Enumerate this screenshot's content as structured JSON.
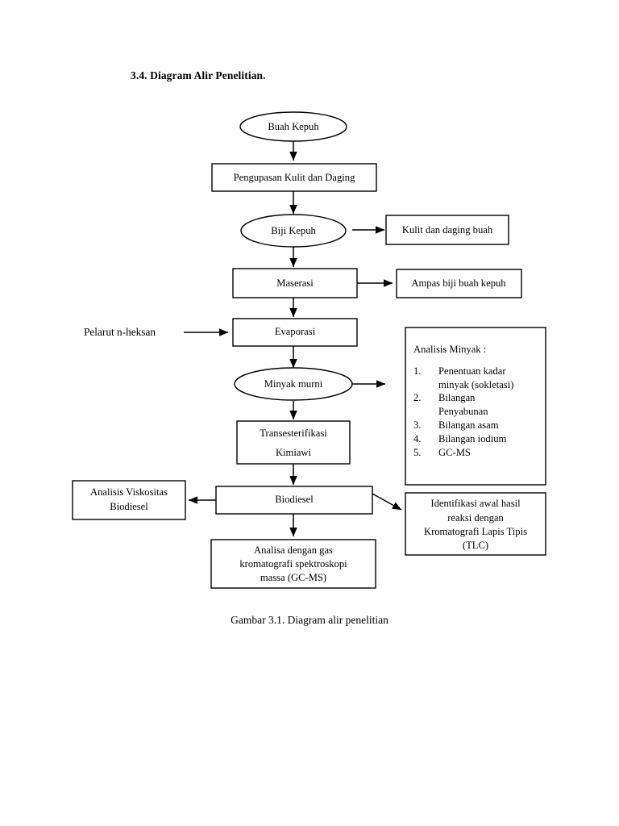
{
  "page": {
    "section_title": "3.4. Diagram Alir Penelitian.",
    "caption": "Gambar 3.1. Diagram alir penelitian",
    "background_color": "#ffffff",
    "ink_color": "#000000"
  },
  "chart_data": {
    "type": "diagram",
    "diagram_kind": "flowchart",
    "title": "3.4. Diagram Alir Penelitian.",
    "caption": "Gambar 3.1. Diagram alir penelitian",
    "nodes": [
      {
        "id": "buah_kepuh",
        "label": "Buah Kepuh",
        "shape": "ellipse"
      },
      {
        "id": "pengupasan",
        "label": "Pengupasan Kulit dan Daging",
        "shape": "rect"
      },
      {
        "id": "biji_kepuh",
        "label": "Biji Kepuh",
        "shape": "ellipse"
      },
      {
        "id": "kulit_daging",
        "label": "Kulit dan daging buah",
        "shape": "rect"
      },
      {
        "id": "maserasi",
        "label": "Maserasi",
        "shape": "rect"
      },
      {
        "id": "ampas",
        "label": "Ampas biji buah kepuh",
        "shape": "rect"
      },
      {
        "id": "pelarut",
        "label": "Pelarut n-heksan",
        "shape": "text"
      },
      {
        "id": "evaporasi",
        "label": "Evaporasi",
        "shape": "rect"
      },
      {
        "id": "minyak_murni",
        "label": "Minyak murni",
        "shape": "ellipse"
      },
      {
        "id": "analisis_minyak",
        "label": "Analisis Minyak :",
        "shape": "rect-list"
      },
      {
        "id": "transesterifikasi",
        "label": "Transesterifikasi Kimiawi",
        "shape": "rect"
      },
      {
        "id": "biodiesel",
        "label": "Biodiesel",
        "shape": "rect"
      },
      {
        "id": "viskositas",
        "label": "Analisis Viskositas Biodiesel",
        "shape": "rect"
      },
      {
        "id": "tlc",
        "label": "Identifikasi awal hasil reaksi dengan Kromatografi Lapis Tipis (TLC)",
        "shape": "rect"
      },
      {
        "id": "gcms",
        "label": "Analisa dengan gas kromatografi spektroskopi massa (GC-MS)",
        "shape": "rect"
      }
    ],
    "edges": [
      {
        "from": "buah_kepuh",
        "to": "pengupasan",
        "direction": "down"
      },
      {
        "from": "pengupasan",
        "to": "biji_kepuh",
        "direction": "down"
      },
      {
        "from": "biji_kepuh",
        "to": "kulit_daging",
        "direction": "right"
      },
      {
        "from": "biji_kepuh",
        "to": "maserasi",
        "direction": "down"
      },
      {
        "from": "maserasi",
        "to": "ampas",
        "direction": "right"
      },
      {
        "from": "maserasi",
        "to": "evaporasi",
        "direction": "down"
      },
      {
        "from": "pelarut",
        "to": "evaporasi",
        "direction": "right"
      },
      {
        "from": "evaporasi",
        "to": "minyak_murni",
        "direction": "down"
      },
      {
        "from": "minyak_murni",
        "to": "analisis_minyak",
        "direction": "right"
      },
      {
        "from": "minyak_murni",
        "to": "transesterifikasi",
        "direction": "down"
      },
      {
        "from": "transesterifikasi",
        "to": "biodiesel",
        "direction": "down"
      },
      {
        "from": "biodiesel",
        "to": "viskositas",
        "direction": "left"
      },
      {
        "from": "biodiesel",
        "to": "tlc",
        "direction": "down-right"
      },
      {
        "from": "biodiesel",
        "to": "gcms",
        "direction": "down"
      }
    ]
  },
  "nodes": {
    "buah_kepuh": {
      "label": "Buah Kepuh"
    },
    "pengupasan": {
      "label": "Pengupasan Kulit dan Daging"
    },
    "biji_kepuh": {
      "label": "Biji Kepuh"
    },
    "kulit_daging": {
      "label": "Kulit dan daging buah"
    },
    "maserasi": {
      "label": "Maserasi"
    },
    "ampas": {
      "label": "Ampas biji buah kepuh"
    },
    "pelarut": {
      "label": "Pelarut n-heksan"
    },
    "evaporasi": {
      "label": "Evaporasi"
    },
    "minyak_murni": {
      "label": "Minyak murni"
    },
    "transesterifikasi": {
      "line1": "Transesterifikasi",
      "line2": "Kimiawi"
    },
    "biodiesel": {
      "label": "Biodiesel"
    },
    "viskositas": {
      "line1": "Analisis Viskositas",
      "line2": "Biodiesel"
    },
    "tlc": {
      "line1": "Identifikasi awal hasil",
      "line2": "reaksi dengan",
      "line3": "Kromatografi Lapis Tipis",
      "line4": "(TLC)"
    },
    "gcms": {
      "line1": "Analisa dengan gas",
      "line2": "kromatografi spektroskopi",
      "line3": "massa (GC-MS)"
    }
  },
  "analisis_minyak": {
    "title": "Analisis Minyak :",
    "items": [
      {
        "num": "1.",
        "line1": "Penentuan kadar",
        "line2": "minyak (sokletasi)"
      },
      {
        "num": "2.",
        "line1": "Bilangan",
        "line2": "Penyabunan"
      },
      {
        "num": "3.",
        "line1": "Bilangan asam",
        "line2": ""
      },
      {
        "num": "4.",
        "line1": "Bilangan iodium",
        "line2": ""
      },
      {
        "num": "5.",
        "line1": "GC-MS",
        "line2": ""
      }
    ]
  }
}
